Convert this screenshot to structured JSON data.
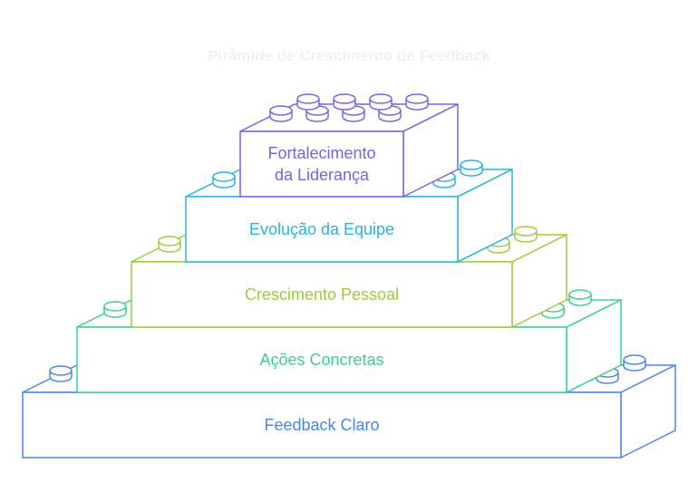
{
  "title": "Pirâmide de Crescimento de Feedback",
  "colors": {
    "title": "#f1f1f1",
    "background": "#ffffff"
  },
  "levels": [
    {
      "label_lines": [
        "Feedback Claro"
      ],
      "color": "#4a86e8"
    },
    {
      "label_lines": [
        "Ações Concretas"
      ],
      "color": "#3fcf8e"
    },
    {
      "label_lines": [
        "Crescimento Pessoal"
      ],
      "color": "#9ccc3a"
    },
    {
      "label_lines": [
        "Evolução da Equipe"
      ],
      "color": "#26b6dd"
    },
    {
      "label_lines": [
        "Fortalecimento",
        "da Liderança"
      ],
      "color": "#7b61e0"
    }
  ]
}
